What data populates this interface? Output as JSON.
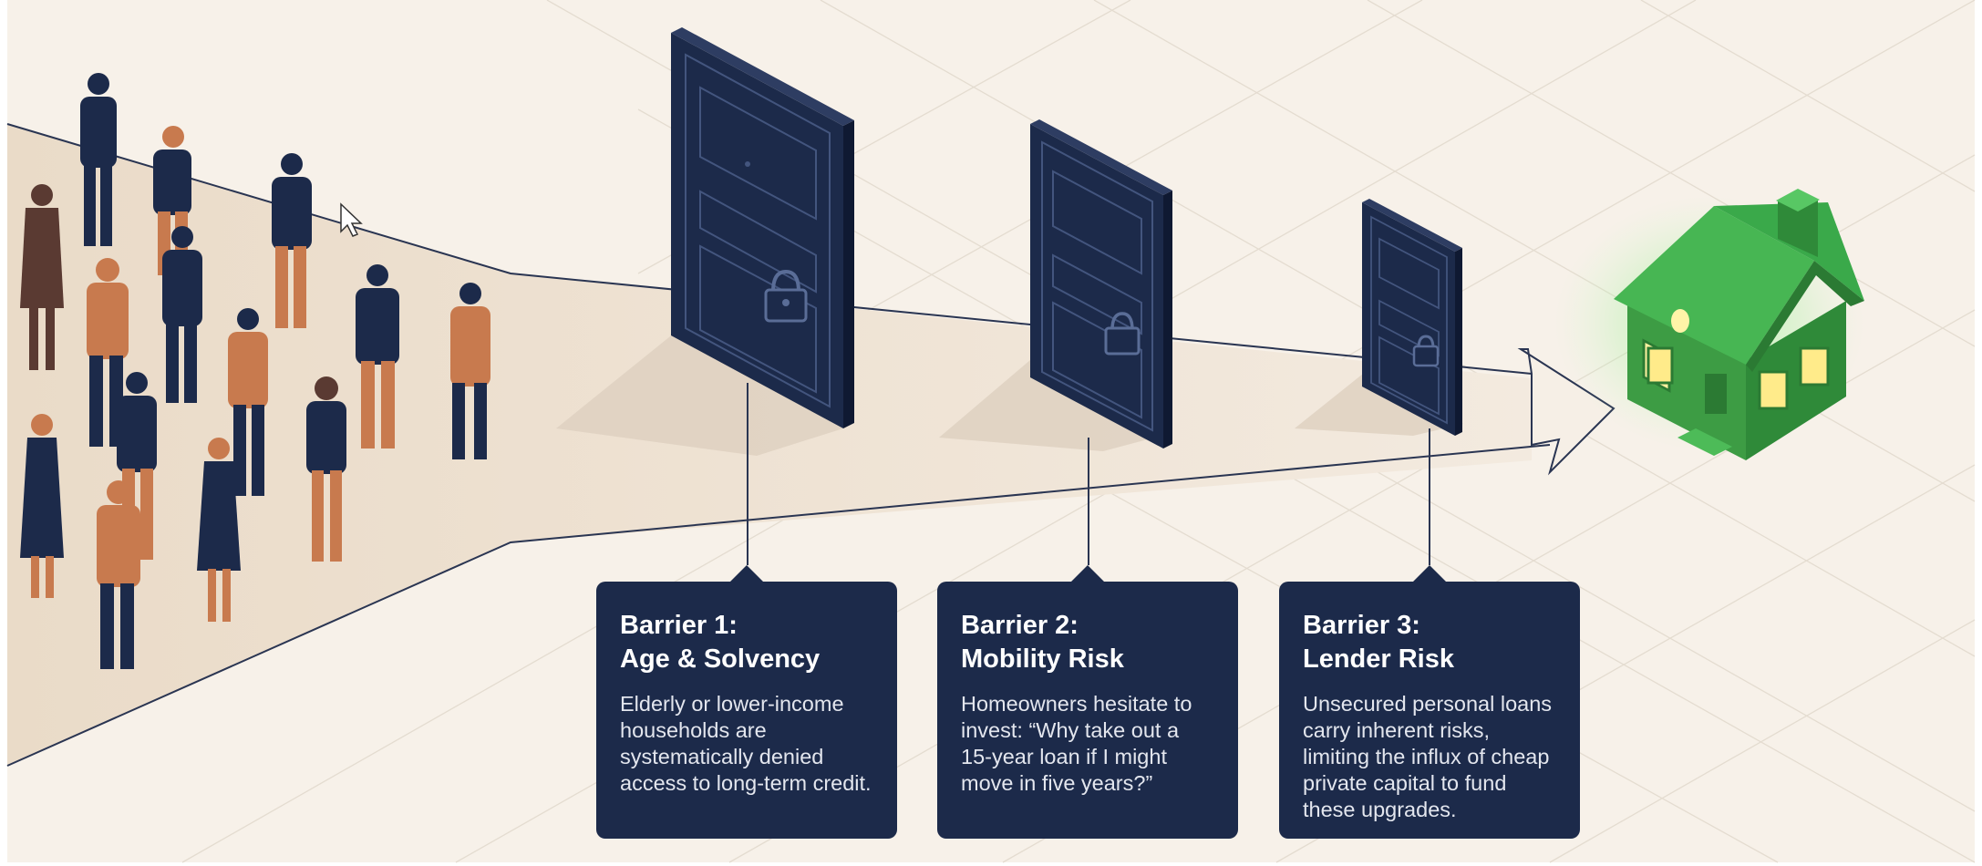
{
  "barriers": [
    {
      "title": "Barrier 1:\nAge & Solvency",
      "body": "Elderly or lower-income households are systematically denied access to long-term credit."
    },
    {
      "title": "Barrier 2:\nMobility Risk",
      "body": "Homeowners hesitate to invest: “Why take out a 15-year loan if I might move in five years?”"
    },
    {
      "title": "Barrier 3:\nLender Risk",
      "body": "Unsecured personal loans carry inherent risks, limiting the influx of cheap private capital to fund these upgrades."
    }
  ],
  "colors": {
    "background": "#f7f1e9",
    "card": "#1c2a4a",
    "door": "#1c2a4a",
    "person_dark": "#1c2a4a",
    "person_orange": "#c87a4e",
    "house": "#3aa94a",
    "glow": "#7df07a"
  },
  "icons": [
    "people-crowd-icon",
    "door-icon",
    "padlock-icon",
    "house-icon",
    "cursor-icon"
  ]
}
